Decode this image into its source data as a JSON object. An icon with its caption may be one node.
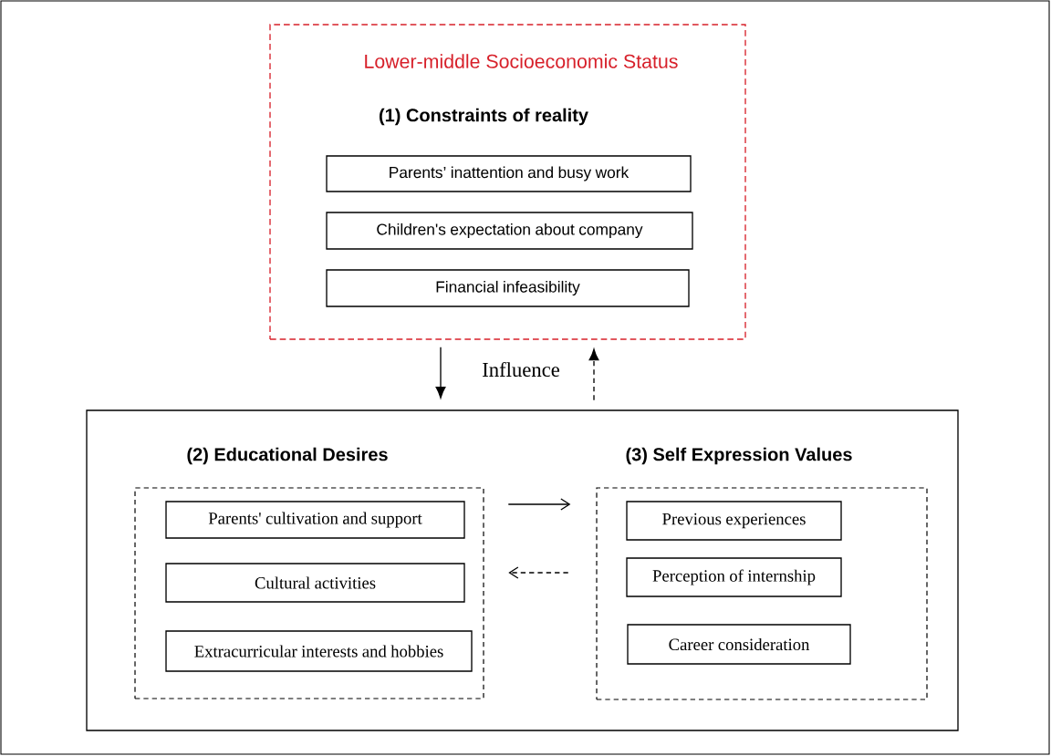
{
  "diagram": {
    "nodes": [
      {
        "text": [
          "Lower-middle Socioeconomic Status",
          "(1) Constraints of reality"
        ]
      },
      {
        "text": [
          "Parents’ inattention and busy work"
        ],
        "in": 0
      },
      {
        "text": [
          "Children's expectation about company"
        ],
        "in": 0
      },
      {
        "text": [
          "Financial infeasibility"
        ],
        "in": 0
      },
      {
        "text": [],
        "shape": "box"
      },
      {
        "text": [
          "(2) Educational Desires"
        ],
        "in": 4
      },
      {
        "text": [
          "Parents' cultivation and support"
        ],
        "in": 5
      },
      {
        "text": [
          "Cultural activities"
        ],
        "in": 5
      },
      {
        "text": [
          "Extracurricular interests and hobbies"
        ],
        "in": 5
      },
      {
        "text": [
          "(3) Self Expression Values"
        ],
        "in": 4
      },
      {
        "text": [
          "Previous experiences"
        ],
        "in": 9
      },
      {
        "text": [
          "Perception of internship"
        ],
        "in": 9
      },
      {
        "text": [
          "Career consideration"
        ],
        "in": 9
      }
    ],
    "edges": [
      {
        "from": 0,
        "to": 4,
        "arrow": "to"
      },
      {
        "from": 4,
        "to": 0,
        "arrow": "to",
        "style": "dashed"
      },
      {
        "from": 5,
        "to": 9,
        "arrow": "to"
      },
      {
        "from": 9,
        "to": 5,
        "arrow": "to",
        "style": "dashed"
      }
    ],
    "labels": [
      "Influence"
    ]
  }
}
